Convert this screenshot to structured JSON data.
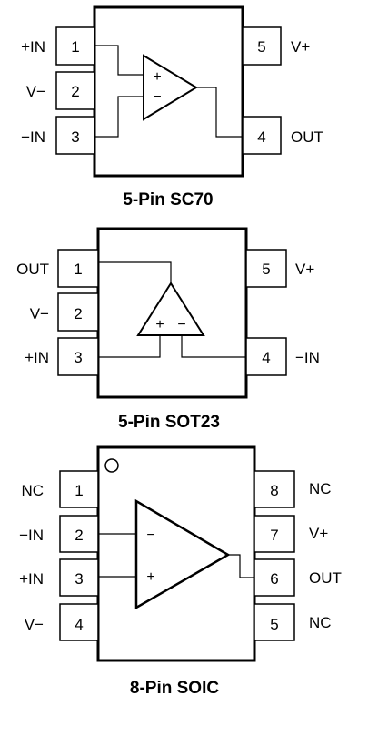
{
  "packages": [
    {
      "title": "5-Pin SC70",
      "pins": [
        {
          "num": "1",
          "label": "+IN"
        },
        {
          "num": "2",
          "label": "V−"
        },
        {
          "num": "3",
          "label": "−IN"
        },
        {
          "num": "4",
          "label": "OUT"
        },
        {
          "num": "5",
          "label": "V+"
        }
      ],
      "signs": {
        "plus": "+",
        "minus": "−"
      }
    },
    {
      "title": "5-Pin SOT23",
      "pins": [
        {
          "num": "1",
          "label": "OUT"
        },
        {
          "num": "2",
          "label": "V−"
        },
        {
          "num": "3",
          "label": "+IN"
        },
        {
          "num": "4",
          "label": "−IN"
        },
        {
          "num": "5",
          "label": "V+"
        }
      ],
      "signs": {
        "plus": "+",
        "minus": "−"
      }
    },
    {
      "title": "8-Pin SOIC",
      "pins": [
        {
          "num": "1",
          "label": "NC"
        },
        {
          "num": "2",
          "label": "−IN"
        },
        {
          "num": "3",
          "label": "+IN"
        },
        {
          "num": "4",
          "label": "V−"
        },
        {
          "num": "5",
          "label": "NC"
        },
        {
          "num": "6",
          "label": "OUT"
        },
        {
          "num": "7",
          "label": "V+"
        },
        {
          "num": "8",
          "label": "NC"
        }
      ],
      "signs": {
        "plus": "+",
        "minus": "−"
      }
    }
  ]
}
